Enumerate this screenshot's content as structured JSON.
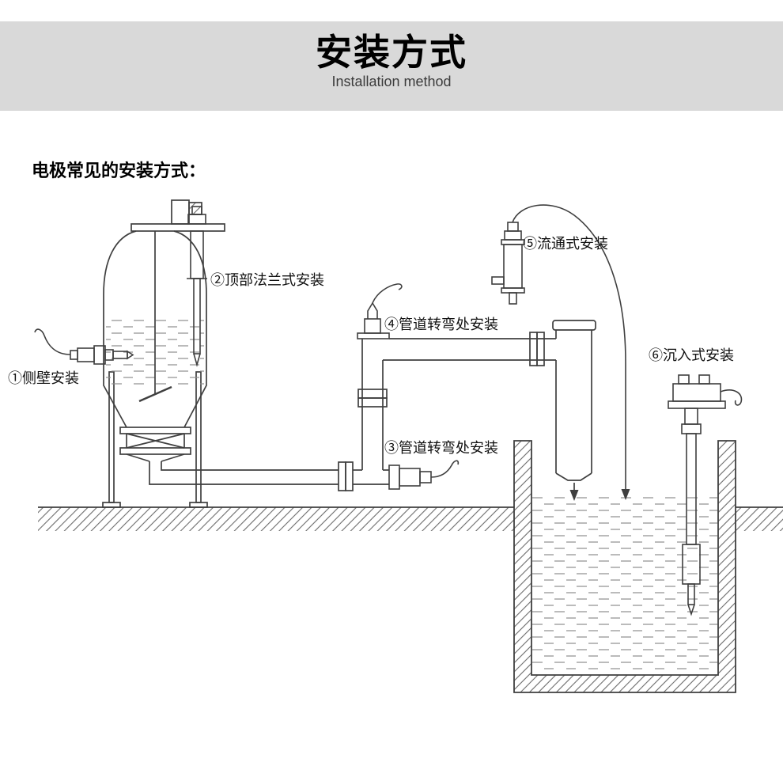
{
  "header": {
    "title": "安装方式",
    "subtitle": "Installation method"
  },
  "intro": "电极常见的安装方式：",
  "labels": {
    "side_wall": "①侧壁安装",
    "top_flange": "②顶部法兰式安装",
    "pipe_bend_3": "③管道转弯处安装",
    "pipe_bend_4": "④管道转弯处安装",
    "flow_through": "⑤流通式安装",
    "submersible": "⑥沉入式安装"
  },
  "colors": {
    "header_background": "#d9d9d9",
    "diagram_line": "#3f3f3f",
    "title_text": "#000000",
    "subtitle_text": "#3c3c3c"
  }
}
